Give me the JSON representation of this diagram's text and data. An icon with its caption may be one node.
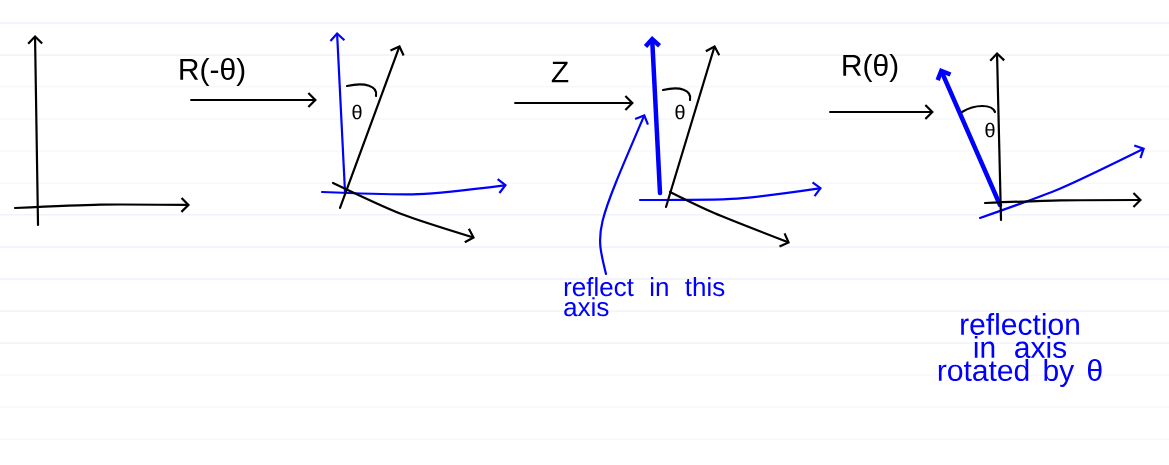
{
  "diagram": {
    "nodes": [
      {
        "text": [],
        "shape": "picture"
      },
      {
        "text": [],
        "shape": "picture"
      },
      {
        "text": [],
        "shape": "picture"
      },
      {
        "text": [],
        "shape": "picture"
      },
      {
        "text": [
          "reflect in this axis"
        ]
      },
      {
        "text": [],
        "shape": "bar",
        "in": 2
      }
    ],
    "edges": [
      {
        "from": 0,
        "to": 1,
        "arrow": "to",
        "label": "R(-θ)"
      },
      {
        "from": 1,
        "to": 2,
        "arrow": "to",
        "label": "Z"
      },
      {
        "from": 2,
        "to": 3,
        "arrow": "to",
        "label": "R(θ)"
      },
      {
        "from": 4,
        "to": 5,
        "arrow": "to",
        "color": "#0000ff"
      }
    ],
    "labels": [
      "θ",
      "θ",
      "θ",
      "reflection in axis rotated by θ"
    ]
  }
}
